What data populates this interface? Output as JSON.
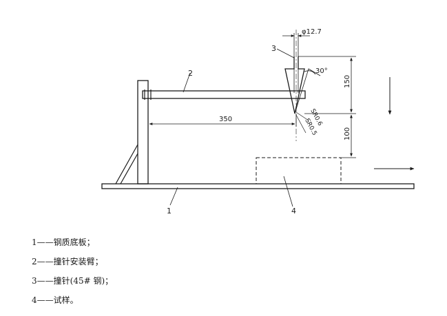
{
  "parts": {
    "p1": "1",
    "p2": "2",
    "p3": "3",
    "p4": "4"
  },
  "dimensions": {
    "pin_diameter": "φ12.7",
    "tip_angle": "30°",
    "arm_length": "350",
    "drop_height": "150",
    "clearance": "100",
    "tip_radius_1": "SR0.6",
    "tip_radius_2": "SR0.5"
  },
  "legend": [
    {
      "num": "1",
      "dash": "——",
      "text": "钢质底板；"
    },
    {
      "num": "2",
      "dash": "——",
      "text": "撞针安装臂；"
    },
    {
      "num": "3",
      "dash": "——",
      "text": "撞针(45# 钢)；"
    },
    {
      "num": "4",
      "dash": "——",
      "text": "试样。"
    }
  ],
  "colors": {
    "ink": "#1a1a1a"
  }
}
